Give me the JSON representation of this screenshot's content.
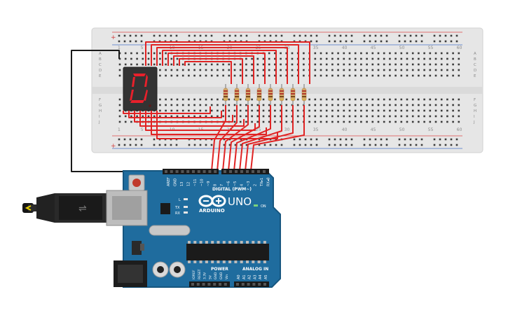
{
  "breadboard": {
    "column_numbers": [
      "1",
      "5",
      "10",
      "15",
      "20",
      "25",
      "30",
      "35",
      "40",
      "45",
      "50",
      "55",
      "60"
    ],
    "row_letters_top": [
      "A",
      "B",
      "C",
      "D",
      "E"
    ],
    "row_letters_bottom": [
      "F",
      "G",
      "H",
      "I",
      "J"
    ],
    "plus_symbol": "+",
    "minus_symbol": "-"
  },
  "display": {
    "digit": "0",
    "segment_color": "#e8202b",
    "body_color": "#2f2f2f"
  },
  "resistors": {
    "count": 8
  },
  "arduino": {
    "brand": "ARDUINO",
    "model": "UNO",
    "digital_label": "DIGITAL (PWM~)",
    "power_label": "POWER",
    "analog_label": "ANALOG IN",
    "on_label": "ON",
    "l_label": "L",
    "tx_label": "TX",
    "rx_label": "RX",
    "digital_pins": [
      "AREF",
      "GND",
      "13",
      "12",
      "~11",
      "~10",
      "~9",
      "8",
      "7",
      "~6",
      "~5",
      "4",
      "~3",
      "2",
      "TX▸1",
      "RX◂0"
    ],
    "power_pins": [
      "IOREF",
      "RESET",
      "3.3V",
      "5V",
      "GND",
      "GND",
      "Vin"
    ],
    "analog_pins": [
      "A0",
      "A1",
      "A2",
      "A3",
      "A4",
      "A5"
    ],
    "board_color": "#1f6c9e"
  },
  "wire_color": "#e02424",
  "ground_wire_color": "#1a1a1a"
}
